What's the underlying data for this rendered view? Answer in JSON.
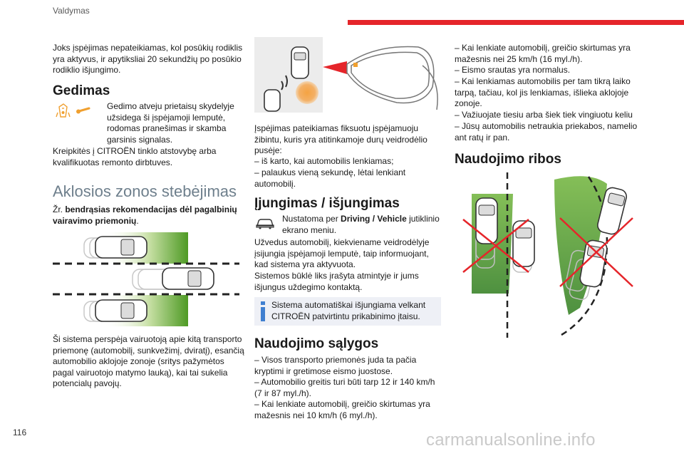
{
  "header": {
    "section": "Valdymas"
  },
  "page_number": "116",
  "watermark": "carmanualsonline.info",
  "col1": {
    "intro": "Joks įspėjimas nepateikiamas, kol posūkių rodiklis yra aktyvus, ir apytiksliai 20 sekundžių po posūkio rodiklio išjungimo.",
    "fault_title": "Gedimas",
    "fault_text_1": "Gedimo atveju prietaisų skydelyje užsidega ši įspėjamoji lemputė, rodomas pranešimas ir skamba garsinis signalas.",
    "fault_text_2": "Kreipkitės į CITROËN tinklo atstovybę arba kvalifikuotas remonto dirbtuves.",
    "section_title": "Aklosios zonos stebėjimas",
    "ref_prefix": "Žr. ",
    "ref_bold": "bendrąsias rekomendacijas dėl pagalbinių vairavimo priemonių",
    "ref_suffix": ".",
    "description": "Ši sistema perspėja vairuotoją apie kitą transporto priemonę (automobilį, sunkvežimį, dviratį), esančią automobilio aklojoje zonoje (sritys pažymėtos pagal vairuotojo matymo lauką), kai tai sukelia potencialų pavojų."
  },
  "col2": {
    "warning_intro": "Įspėjimas pateikiamas fiksuotu įspėjamuoju žibintu, kuris yra atitinkamoje durų veidrodėlio pusėje:",
    "warning_items": [
      "– iš karto, kai automobilis lenkiamas;",
      "– palaukus vieną sekundę, lėtai lenkiant automobilį."
    ],
    "onoff_title": "Įjungimas / išjungimas",
    "onoff_pre": "Nustatoma per ",
    "onoff_bold": "Driving / Vehicle",
    "onoff_post": " jutiklinio ekrano meniu.",
    "onoff_text": "Užvedus automobilį, kiekviename veidrodėlyje įsijungia įspėjamoji lemputė, taip informuojant, kad sistema yra aktyvuota.",
    "onoff_text_2": "Sistemos būklė liks įrašyta atmintyje ir jums išjungus uždegimo kontaktą.",
    "info_text": "Sistema automatiškai išjungiama velkant CITROËN patvirtintu prikabinimo įtaisu.",
    "conditions_title": "Naudojimo sąlygos",
    "conditions": [
      "– Visos transporto priemonės juda ta pačia kryptimi ir gretimose eismo juostose.",
      "– Automobilio greitis turi būti tarp 12 ir 140 km/h (7 ir 87 myl./h).",
      "– Kai lenkiate automobilį, greičio skirtumas yra mažesnis nei 10 km/h (6 myl./h)."
    ]
  },
  "col3": {
    "conditions_cont": [
      "– Kai lenkiate automobilį, greičio skirtumas yra mažesnis nei 25 km/h (16 myl./h).",
      "– Eismo srautas yra normalus.",
      "– Kai lenkiamas automobilis per tam tikrą laiko tarpą, tačiau, kol jis lenkiamas, išlieka aklojoje zonoje.",
      "– Važiuojate tiesiu arba šiek tiek vingiuotu keliu",
      "– Jūsų automobilis netraukia priekabos, namelio ant ratų ir pan."
    ],
    "limits_title": "Naudojimo ribos"
  },
  "colors": {
    "accent_red": "#e5252a",
    "green": "#5aa02c",
    "warning_orange": "#f0a030",
    "info_blue": "#3f7fd0",
    "section_grey": "#6e7f8c"
  },
  "icons": [
    "fault-warning-icon",
    "wrench-icon",
    "vehicle-menu-icon",
    "info-icon"
  ]
}
